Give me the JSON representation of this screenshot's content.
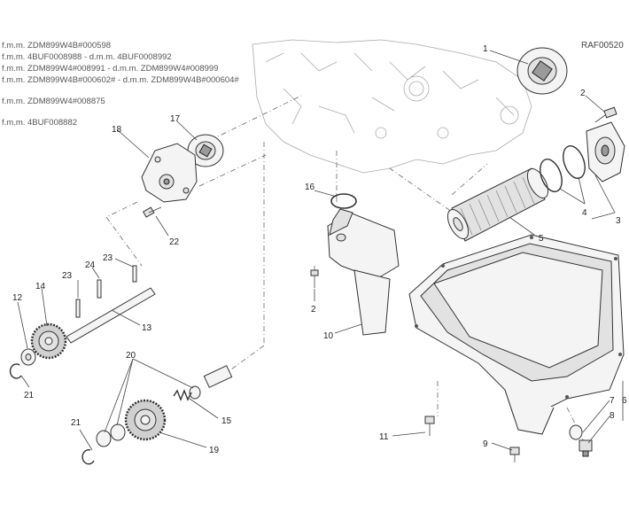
{
  "notes": [
    "f.m.m. ZDM899W4B#000598",
    "f.m.m. 4BUF0008988 - d.m.m. 4BUF0008992",
    "f.m.m. ZDM899W4#008991 - d.m.m. ZDM899W4#008999",
    "f.m.m. ZDM899W4B#000602# - d.m.m. ZDM899W4B#000604#",
    "f.m.m. ZDM899W4#008875",
    "f.m.m. 4BUF008882"
  ],
  "diagram_code": "RAF00520",
  "callouts": {
    "c1": "1",
    "c2a": "2",
    "c2b": "2",
    "c3": "3",
    "c4": "4",
    "c5": "5",
    "c6": "6",
    "c7": "7",
    "c8": "8",
    "c9": "9",
    "c10": "10",
    "c11": "11",
    "c12": "12",
    "c13": "13",
    "c14": "14",
    "c15": "15",
    "c16": "16",
    "c17": "17",
    "c18": "18",
    "c19": "19",
    "c20": "20",
    "c21a": "21",
    "c21b": "21",
    "c22": "22",
    "c23a": "23",
    "c23b": "23",
    "c24": "24"
  }
}
